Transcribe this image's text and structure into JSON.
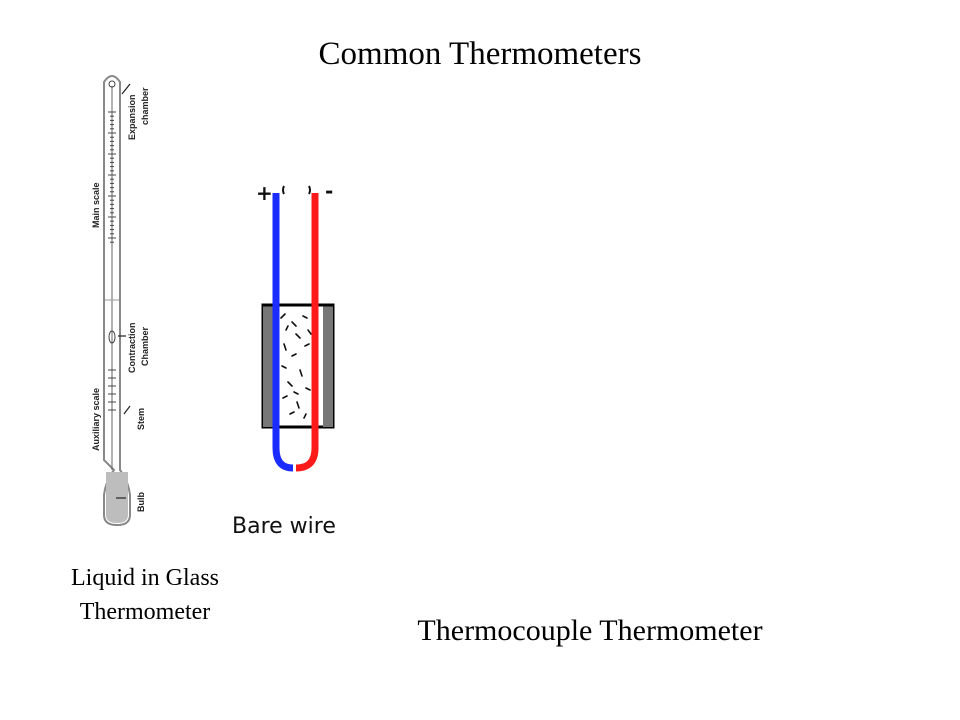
{
  "title": "Common Thermometers",
  "liquid_in_glass": {
    "caption_line1": "Liquid in Glass",
    "caption_line2": "Thermometer",
    "labels": {
      "expansion": "Expansion",
      "chamber": "chamber",
      "main_scale": "Main scale",
      "contraction": "Contraction",
      "contraction_chamber": "Chamber",
      "auxiliary_scale": "Auxiliary scale",
      "stem": "Stem",
      "bulb": "Bulb"
    }
  },
  "thermocouple": {
    "caption": "Thermocouple Thermometer",
    "bare_wire_label": "Bare wire",
    "plus": "+",
    "minus": "-",
    "wire_colors": {
      "positive": "#1a2cff",
      "negative": "#ff1a1a"
    }
  }
}
